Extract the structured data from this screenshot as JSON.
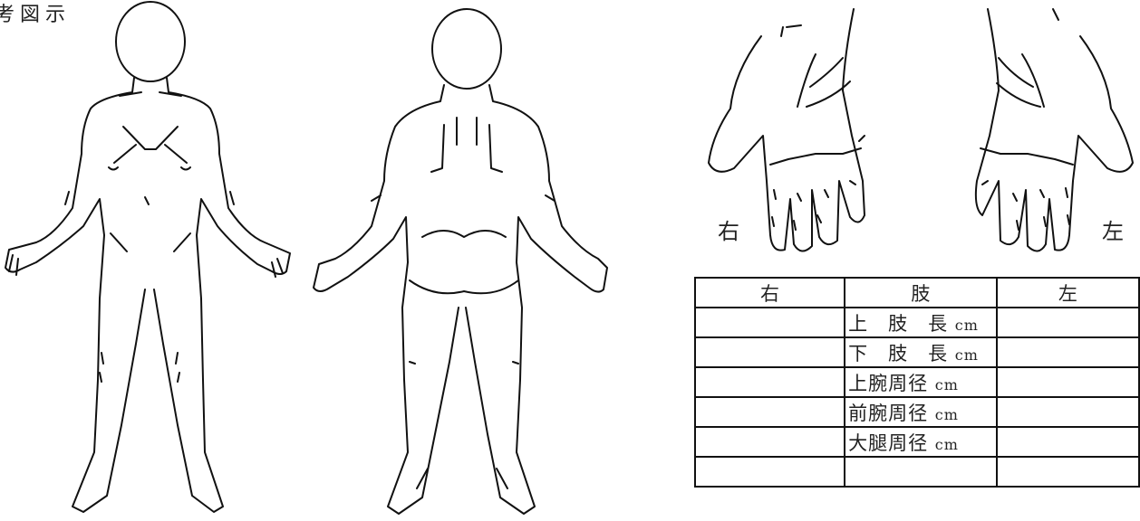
{
  "header": {
    "title": "考図示"
  },
  "hands": {
    "right_label": "右",
    "left_label": "左"
  },
  "table": {
    "columns": [
      "右",
      "肢",
      "左"
    ],
    "rows": [
      {
        "label": "上　肢　長",
        "unit": "cm",
        "right": "",
        "left": ""
      },
      {
        "label": "下　肢　長",
        "unit": "cm",
        "right": "",
        "left": ""
      },
      {
        "label": "上腕周径",
        "unit": "cm",
        "right": "",
        "left": ""
      },
      {
        "label": "前腕周径",
        "unit": "cm",
        "right": "",
        "left": ""
      },
      {
        "label": "大腿周径",
        "unit": "cm",
        "right": "",
        "left": ""
      },
      {
        "label": "",
        "unit": "",
        "right": "",
        "left": ""
      }
    ]
  }
}
